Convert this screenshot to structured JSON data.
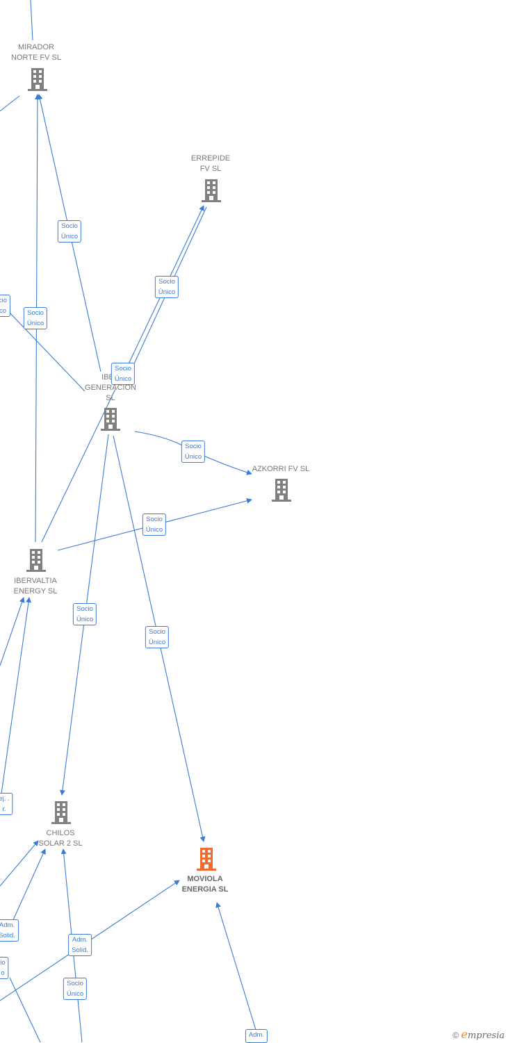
{
  "nodes": {
    "mirador": {
      "label": [
        "MIRADOR",
        "NORTE FV  SL"
      ],
      "focus": false
    },
    "errepide": {
      "label": [
        "ERREPIDE",
        "FV  SL"
      ],
      "focus": false
    },
    "iber_gen": {
      "label": [
        "IBER",
        "GENERACION",
        "SL"
      ],
      "focus": false
    },
    "azkorri": {
      "label": [
        "AZKORRI FV  SL"
      ],
      "focus": false
    },
    "ibervaltia": {
      "label": [
        "IBERVALTIA",
        "ENERGY  SL"
      ],
      "focus": false
    },
    "chilos": {
      "label": [
        "CHILOS",
        "SOLAR 2  SL"
      ],
      "focus": false
    },
    "moviola": {
      "label": [
        "MOVIOLA",
        "ENERGIA  SL"
      ],
      "focus": true
    }
  },
  "edge_labels": {
    "socio_unico": [
      "Socio",
      "Único"
    ],
    "adm_solid": [
      "Adm.",
      "Solid."
    ],
    "adm": [
      "Adm."
    ],
    "partial_socio": [
      "cio",
      "co"
    ],
    "partial_socio2": [
      "io",
      "o"
    ],
    "partial_ej": [
      "ej. .",
      "r."
    ]
  },
  "colors": {
    "edge": "#3a7bd5",
    "building": "#808080",
    "focus_building": "#f26a2e"
  },
  "icons": {
    "company": "building-icon",
    "focus_company": "building-icon"
  },
  "footer": {
    "copyright_symbol": "©",
    "brand_initial": "e",
    "brand_rest": "mpresia"
  }
}
